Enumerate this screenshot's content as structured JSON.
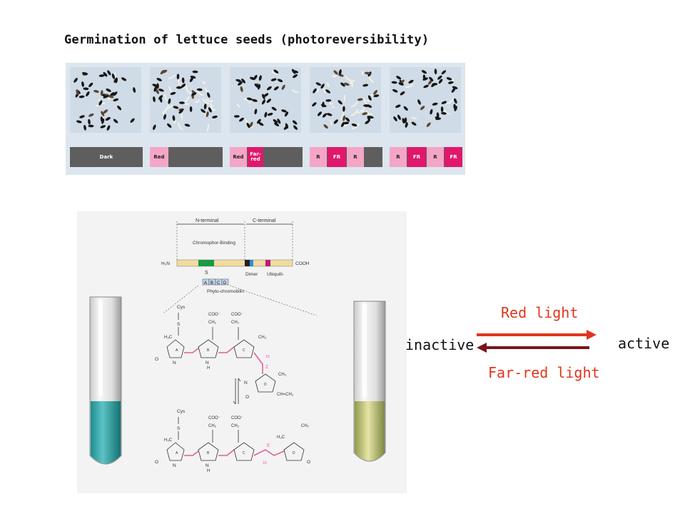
{
  "title": "Germination of lettuce seeds (photoreversibility)",
  "treatments": [
    {
      "segments": [
        {
          "label": "Dark",
          "kind": "dark"
        }
      ]
    },
    {
      "segments": [
        {
          "label": "Red",
          "kind": "red"
        }
      ]
    },
    {
      "segments": [
        {
          "label": "Red",
          "kind": "red"
        },
        {
          "label": "Far-red",
          "kind": "fr"
        }
      ]
    },
    {
      "segments": [
        {
          "label": "R",
          "kind": "red"
        },
        {
          "label": "FR",
          "kind": "fr"
        },
        {
          "label": "R",
          "kind": "red"
        }
      ]
    },
    {
      "segments": [
        {
          "label": "R",
          "kind": "red"
        },
        {
          "label": "FR",
          "kind": "fr"
        },
        {
          "label": "R",
          "kind": "red"
        },
        {
          "label": "FR",
          "kind": "fr"
        }
      ]
    }
  ],
  "protein": {
    "n_terminal": "N-terminal",
    "c_terminal": "C-terminal",
    "chromophore_binding": "Chromophor-Binding",
    "h2n": "H₂N",
    "cooh": "COOH",
    "s": "S",
    "dimer": "Dimer",
    "ubiquiti": "Ubiquiti-",
    "rings": [
      "A",
      "B",
      "C",
      "D"
    ],
    "phytochromobilin": "Phyto-chromobilin"
  },
  "chem_labels": {
    "cys": "Cys",
    "s": "S",
    "coo1": "COO⁻",
    "coo2": "COO⁻",
    "ch2": "CH₂",
    "h3c": "H₃C",
    "ch3": "CH₃",
    "vinyl": "CH=CH₂",
    "z": "Z",
    "e": "E",
    "num15": "15",
    "o": "O",
    "n": "N",
    "h": "H"
  },
  "arrows": {
    "red_light": "Red light",
    "far_red_light": "Far-red light",
    "inactive": "inactive",
    "active": "active",
    "red_color": "#e2351c",
    "far_red_color": "#7a1418"
  },
  "tubes": {
    "left_liquid": "#3aa7a8",
    "right_liquid": "#c9c77a"
  }
}
